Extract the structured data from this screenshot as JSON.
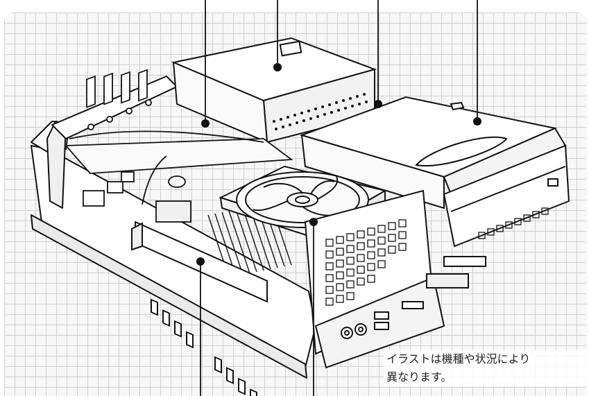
{
  "note": {
    "line1": "イラストは機種や状況により",
    "line2": "異なります。"
  },
  "colors": {
    "grid_background": "#f7f7f7",
    "grid_line": "#d0d0d0",
    "line_art": "#111111",
    "fill_light": "#ffffff",
    "fill_shade": "#e8e8e8"
  },
  "callouts": {
    "top_count": 4,
    "bottom_count": 2
  }
}
